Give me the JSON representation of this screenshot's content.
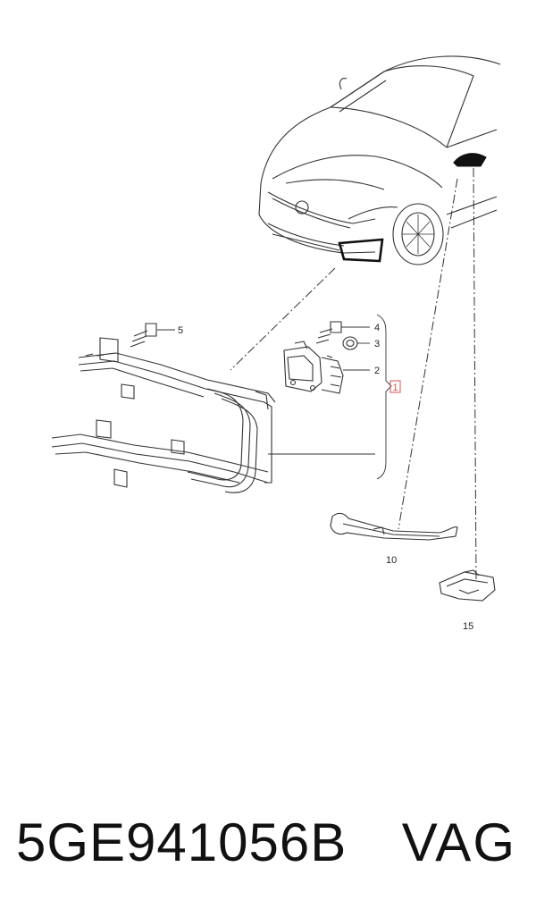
{
  "diagram": {
    "callouts": [
      {
        "id": "1",
        "label": "1"
      },
      {
        "id": "2",
        "label": "2"
      },
      {
        "id": "3",
        "label": "3"
      },
      {
        "id": "4",
        "label": "4"
      },
      {
        "id": "5",
        "label": "5"
      },
      {
        "id": "10",
        "label": "10"
      },
      {
        "id": "15",
        "label": "15"
      }
    ]
  },
  "caption": {
    "part_number": "5GE941056B",
    "brand": "VAG"
  },
  "colors": {
    "line": "#333333",
    "highlight_box": "#d9534f"
  }
}
